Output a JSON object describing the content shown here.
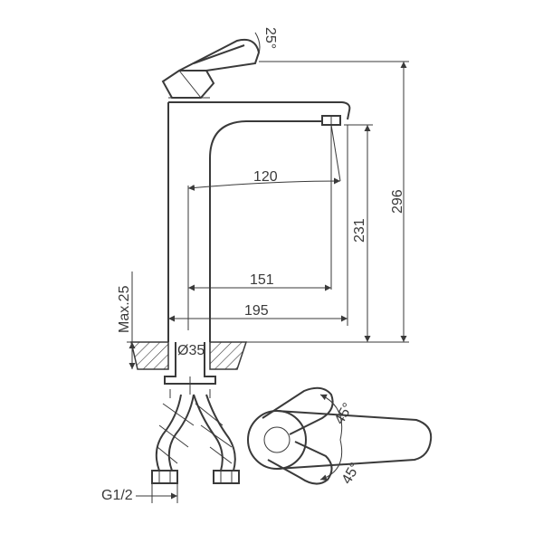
{
  "dimensions": {
    "handle_tilt": "25°",
    "total_height": "296",
    "spout_height": "231",
    "spout_length_upper": "120",
    "spout_length_mid": "151",
    "spout_length_lower": "195",
    "max_counter": "Max.25",
    "hole_diameter": "Ø35",
    "thread": "G1/2",
    "rotation_upper": "45°",
    "rotation_lower": "45°"
  },
  "colors": {
    "line": "#3a3a3a",
    "background": "#ffffff"
  }
}
